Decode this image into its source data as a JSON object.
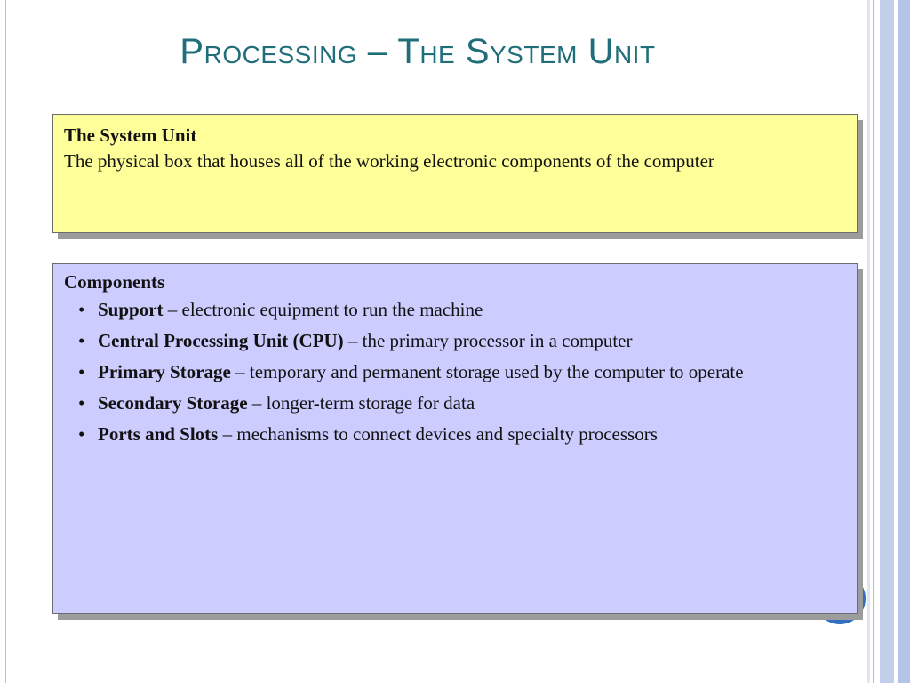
{
  "slide": {
    "title": "Processing – The System Unit",
    "accent_color": "#1f6e7a"
  },
  "definition_box": {
    "heading": "The System Unit",
    "text": "The physical box that houses all of the working electronic components of the computer",
    "background": "#ffff99"
  },
  "components_box": {
    "heading": "Components",
    "background": "#ccccff",
    "items": [
      {
        "bullet": "•",
        "term": "Support",
        "description": " – electronic equipment to run the machine"
      },
      {
        "bullet": "•",
        "term": "Central Processing Unit (CPU)",
        "description": " – the primary processor in a computer"
      },
      {
        "bullet": "•",
        "term": "Primary Storage",
        "description": " – temporary and permanent storage used by the computer to operate"
      },
      {
        "bullet": "•",
        "term": "Secondary Storage",
        "description": " – longer-term storage for data"
      },
      {
        "bullet": "•",
        "term": "Ports and Slots",
        "description": " –  mechanisms to connect devices and specialty processors"
      }
    ]
  }
}
